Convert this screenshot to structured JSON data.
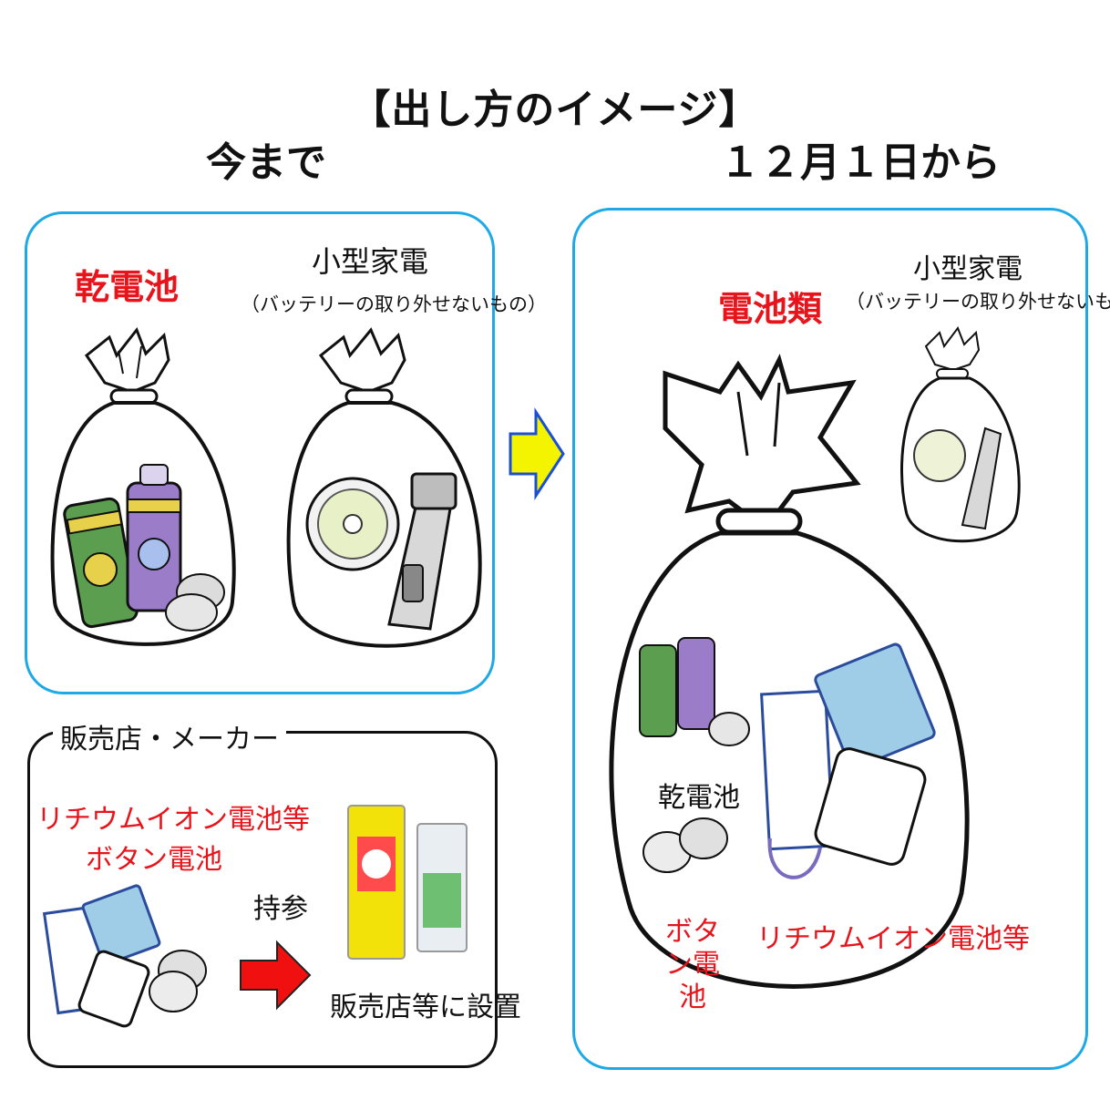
{
  "title": "【出し方のイメージ】",
  "before": {
    "heading": "今まで",
    "dry_battery_label": "乾電池",
    "appliance_label": "小型家電",
    "appliance_note": "（バッテリーの取り外せないもの）"
  },
  "after": {
    "heading": "１２月１日から",
    "batteries_label": "電池類",
    "appliance_label": "小型家電",
    "appliance_note": "（バッテリーの取り外せないもの）",
    "dry_battery_label": "乾電池",
    "button_battery_label": "ボタン電池",
    "lithium_label": "リチウムイオン電池等"
  },
  "store": {
    "section_label": "販売店・メーカー",
    "lithium_label": "リチウムイオン電池等",
    "button_label": "ボタン電池",
    "bring_label": "持参",
    "installed_label": "販売店等に設置"
  },
  "colors": {
    "box_border": "#1ea9e6",
    "red_text": "#e8141b",
    "arrow_yellow": "#f4f400",
    "arrow_red": "#f01010"
  }
}
